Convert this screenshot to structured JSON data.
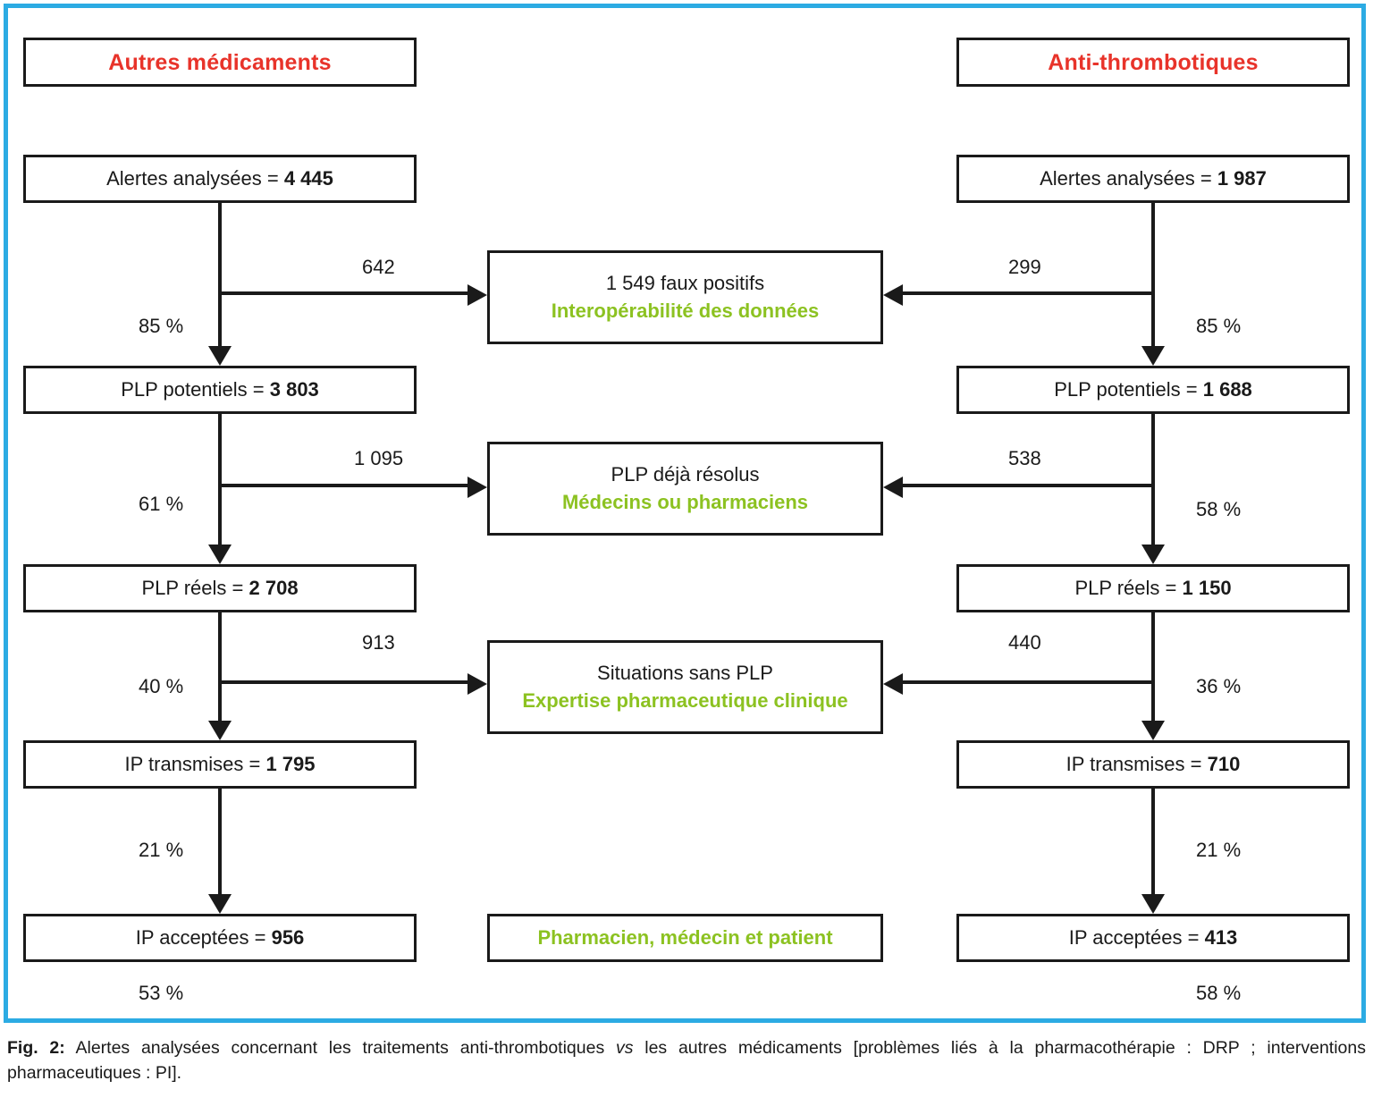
{
  "colors": {
    "frame": "#2cabe3",
    "title_red": "#e8332a",
    "green": "#8cc221",
    "ink": "#1a1a1a"
  },
  "columns": {
    "left": {
      "title": "Autres médicaments",
      "stages": [
        {
          "label": "Alertes analysées = ",
          "value": "4 445"
        },
        {
          "label": "PLP potentiels = ",
          "value": "3 803"
        },
        {
          "label": "PLP réels = ",
          "value": "2 708"
        },
        {
          "label": "IP transmises = ",
          "value": "1 795"
        },
        {
          "label": "IP acceptées = ",
          "value": "956"
        }
      ],
      "percents": [
        "85 %",
        "61 %",
        "40 %",
        "21 %",
        "53 %"
      ],
      "branch_counts": [
        "642",
        "1 095",
        "913"
      ]
    },
    "right": {
      "title": "Anti-thrombotiques",
      "stages": [
        {
          "label": "Alertes analysées = ",
          "value": "1 987"
        },
        {
          "label": "PLP potentiels = ",
          "value": "1 688"
        },
        {
          "label": "PLP réels = ",
          "value": "1 150"
        },
        {
          "label": "IP transmises = ",
          "value": "710"
        },
        {
          "label": "IP acceptées = ",
          "value": "413"
        }
      ],
      "percents": [
        "85 %",
        "58 %",
        "36 %",
        "21 %",
        "58 %"
      ],
      "branch_counts": [
        "299",
        "538",
        "440"
      ]
    }
  },
  "middle": {
    "boxes": [
      {
        "line1": "1 549 faux positifs",
        "line2": "Interopérabilité des données"
      },
      {
        "line1": "PLP déjà résolus",
        "line2": "Médecins ou pharmaciens"
      },
      {
        "line1": "Situations sans PLP",
        "line2": "Expertise pharmaceutique clinique"
      }
    ],
    "footer": "Pharmacien, médecin et patient"
  },
  "caption": {
    "figure_label": "Fig. 2:",
    "text_before_vs": " Alertes analysées concernant les traitements anti-thrombotiques ",
    "vs": "vs",
    "text_after_vs": " les autres médicaments [problèmes liés à la pharmacothérapie : DRP ; interventions pharmaceutiques : PI]."
  }
}
